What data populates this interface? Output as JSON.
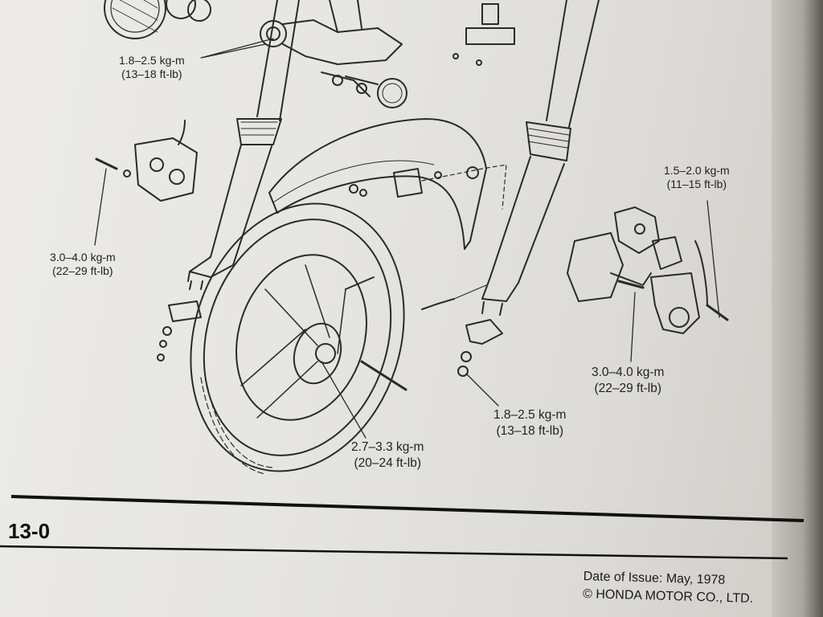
{
  "labels": {
    "upper_bolt": {
      "value": "1.8–2.5 kg-m",
      "value_alt": "(13–18 ft-lb)"
    },
    "left_caliper_bolt": {
      "value": "3.0–4.0 kg-m",
      "value_alt": "(22–29 ft-lb)"
    },
    "brake_pad_pin": {
      "value": "1.5–2.0 kg-m",
      "value_alt": "(11–15 ft-lb)"
    },
    "right_caliper_bolt": {
      "value": "3.0–4.0 kg-m",
      "value_alt": "(22–29 ft-lb)"
    },
    "axle_holder": {
      "value": "1.8–2.5 kg-m",
      "value_alt": "(13–18 ft-lb)"
    },
    "axle_nut": {
      "value": "2.7–3.3 kg-m",
      "value_alt": "(20–24 ft-lb)"
    }
  },
  "page_number": "13-0",
  "footer": {
    "issue_date": "Date of Issue: May, 1978",
    "copyright": "© HONDA MOTOR CO., LTD."
  }
}
